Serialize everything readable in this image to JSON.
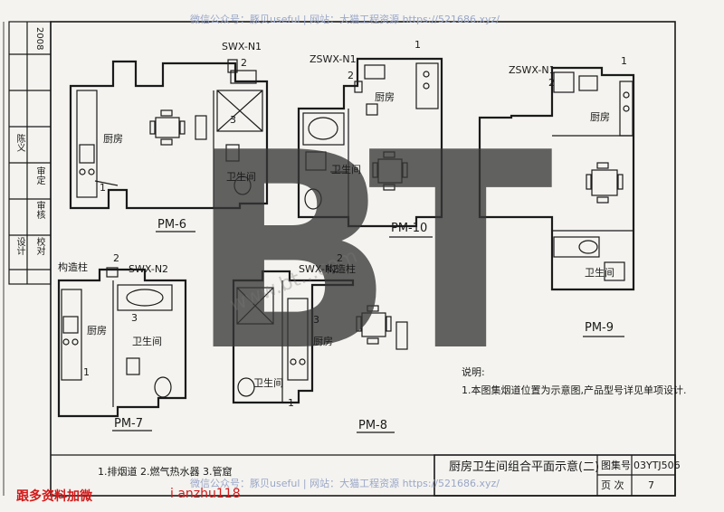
{
  "watermark": {
    "top": "微信公众号：豚贝useful | 网站：大猫工程资源 https://521686.xyz/",
    "bottom": "微信公众号：豚贝useful | 网站：大猫工程资源 https://521686.xyz/",
    "logo": "BT",
    "diagonal": "www.bt...com"
  },
  "footer": {
    "red_text": "跟多资料加微",
    "red_id": "i anzhu118"
  },
  "plans": {
    "pm6": {
      "label": "PM-6",
      "kitchen": "厨房",
      "bath": "卫生间",
      "flue": "SWX-N1",
      "n1": "1",
      "n2": "2",
      "n3": "3"
    },
    "pm10": {
      "label": "PM-10",
      "kitchen": "厨房",
      "bath": "卫生间",
      "flue": "ZSWX-N1",
      "n1": "1",
      "n2": "2"
    },
    "pm9": {
      "label": "PM-9",
      "kitchen": "厨房",
      "bath": "卫生间",
      "flue": "ZSWX-N1",
      "n1": "1",
      "n2": "2"
    },
    "pm7": {
      "label": "PM-7",
      "kitchen": "厨房",
      "bath": "卫生间",
      "flue": "SWX-N2",
      "column": "构造柱",
      "n1": "1",
      "n2": "2",
      "n3": "3"
    },
    "pm8": {
      "label": "PM-8",
      "kitchen": "厨房",
      "bath": "卫生间",
      "flue": "SWX-N2",
      "column": "构造柱",
      "n1": "1",
      "n2": "2",
      "n3": "3"
    }
  },
  "notes": {
    "heading": "说明:",
    "item1": "1.本图集烟道位置为示意图,产品型号详见单项设计."
  },
  "legend": {
    "items": "1.排烟道    2.燃气热水器    3.管窟"
  },
  "title_block": {
    "title": "厨房卫生间组合平面示意(二)",
    "atlas_label": "图集号",
    "atlas_value": "03YTJ506",
    "page_label": "页 次",
    "page_value": "7"
  },
  "side_block": {
    "rows": [
      "审定",
      "审核",
      "校对",
      "设计"
    ],
    "sign": "陈义",
    "date": "2008"
  }
}
